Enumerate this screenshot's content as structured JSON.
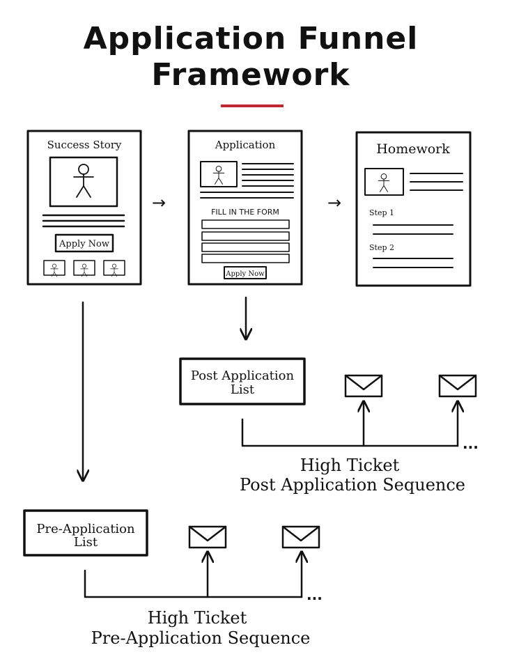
{
  "title": {
    "line1": "Application Funnel",
    "line2": "Framework",
    "accent_color": "#c0272d"
  },
  "pages": {
    "success_story": {
      "heading": "Success Story",
      "button": "Apply Now"
    },
    "application": {
      "heading": "Application",
      "form_heading": "FILL IN THE FORM",
      "button": "Apply Now"
    },
    "homework": {
      "heading": "Homework",
      "step1": "Step 1",
      "step2": "Step 2"
    }
  },
  "post_application": {
    "list_line1": "Post Application",
    "list_line2": "List",
    "sequence_line1": "High Ticket",
    "sequence_line2": "Post Application Sequence",
    "ellipsis": "..."
  },
  "pre_application": {
    "list_line1": "Pre-Application",
    "list_line2": "List",
    "sequence_line1": "High Ticket",
    "sequence_line2": "Pre-Application Sequence",
    "ellipsis": "..."
  },
  "icons": {
    "arrow_right": "→",
    "email": "envelope-icon",
    "person": "stick-figure-icon"
  }
}
